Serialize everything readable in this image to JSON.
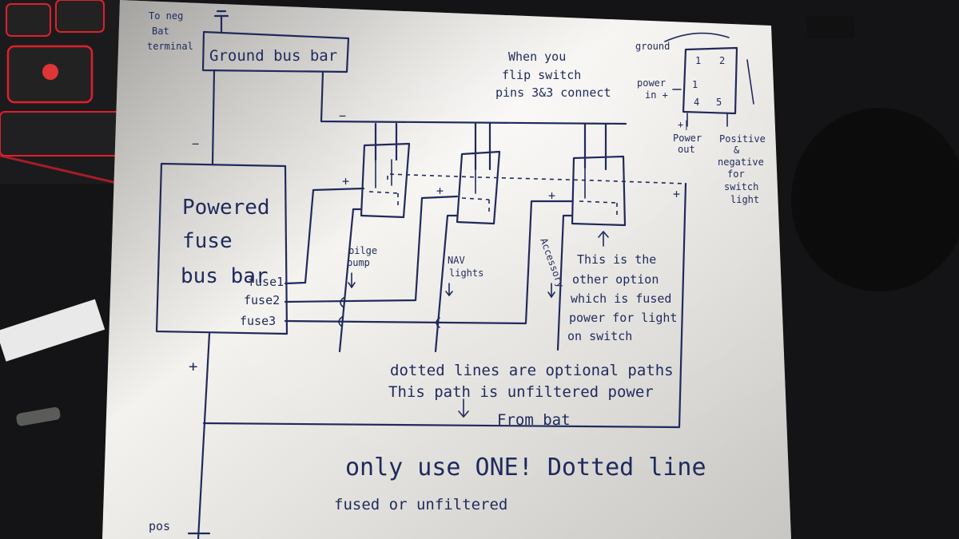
{
  "labels": {
    "to_neg": [
      "To neg",
      "Bat",
      "terminal"
    ],
    "ground_bus": "Ground bus bar",
    "minus": "−",
    "plus": "+",
    "flip_note": [
      "When you",
      "flip switch",
      "pins 3&3 connect"
    ],
    "pin_ground": "ground",
    "pin_power_in": [
      "power",
      "in +"
    ],
    "pin_numbers": [
      "1",
      "2",
      "1",
      "4",
      "5"
    ],
    "pin_power_out": [
      "+|",
      "Power",
      "out"
    ],
    "pin_positive": [
      "Positive",
      "&",
      "negative",
      "for",
      "switch",
      "light"
    ],
    "fuse_bus": [
      "Powered",
      "fuse",
      "bus bar"
    ],
    "fuse1": "fuse1",
    "fuse2": "fuse2",
    "fuse3": "fuse3",
    "bilge": [
      "bilge",
      "pump"
    ],
    "nav": [
      "NAV",
      "lights"
    ],
    "accessory": "Accessory",
    "other_option": [
      "This is the",
      "other option",
      "which is fused",
      "power for light",
      "on switch"
    ],
    "dotted_note": [
      "dotted lines are optional paths",
      "This path is unfiltered power",
      "From bat"
    ],
    "only_one": "only use ONE! Dotted line",
    "fused_or": "fused or unfiltered",
    "pos": "pos"
  },
  "colors": {
    "ink": "#1f2a5c",
    "paper": "#f4f2ee",
    "keyboard_glow": "#e0202a"
  }
}
